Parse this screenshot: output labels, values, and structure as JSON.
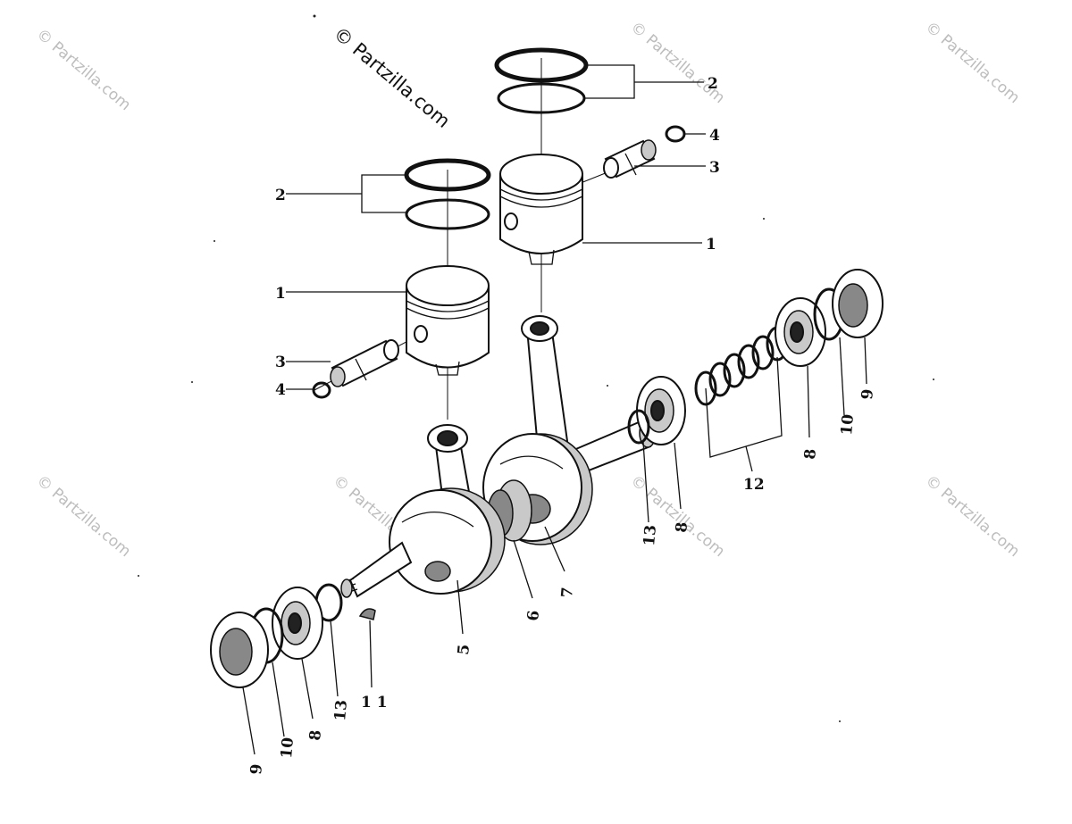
{
  "watermark_main": "© Partzilla.com",
  "watermark_faint": "© Partzilla.com",
  "callouts": {
    "c2a": "2",
    "c4a": "4",
    "c3a": "3",
    "c1a": "1",
    "c2b": "2",
    "c1b": "1",
    "c3b": "3",
    "c4b": "4",
    "c9a": "9",
    "c10a": "10",
    "c8a": "8",
    "c12": "12",
    "c13a": "13",
    "c8b": "8",
    "c7": "7",
    "c6": "6",
    "c5": "5",
    "c11": "1 1",
    "c13b": "13",
    "c8c": "8",
    "c10b": "10",
    "c9b": "9"
  }
}
